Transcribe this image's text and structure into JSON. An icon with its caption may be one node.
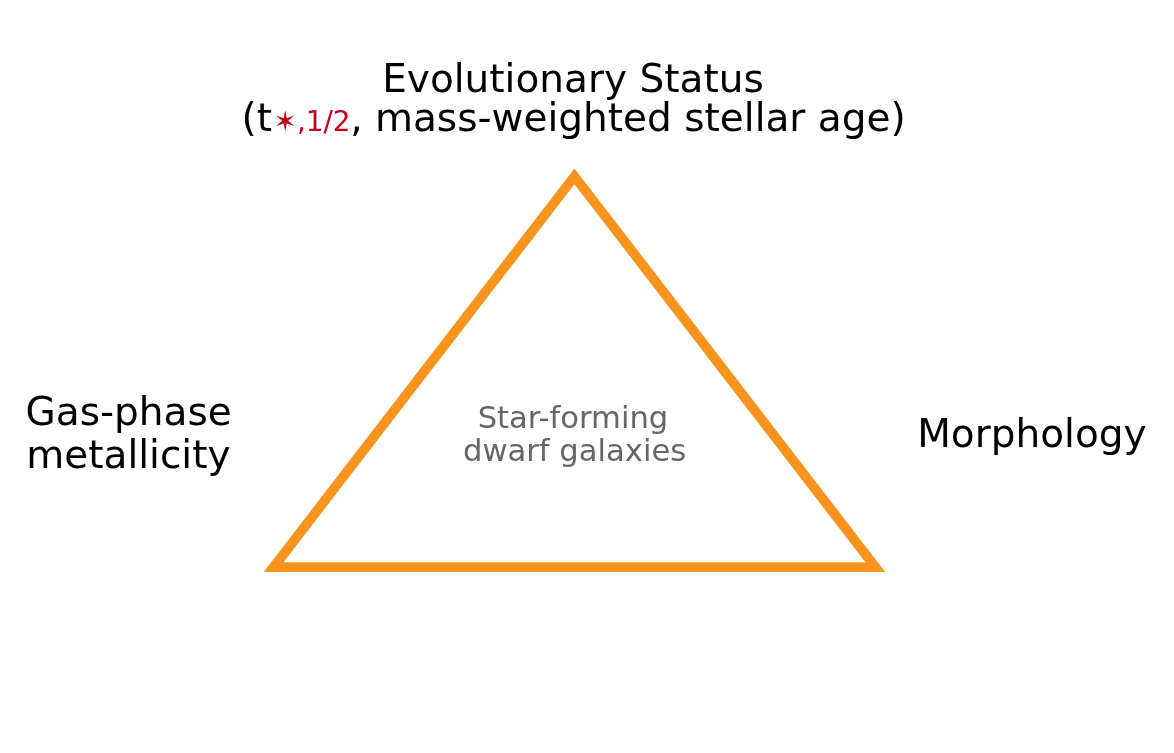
{
  "diagram": {
    "nodes": [
      {
        "text": [
          "Star-forming dwarf galaxies"
        ]
      }
    ],
    "labels": [
      "Evolutionary Status (t$_{✶,1/2}$, mass-weighted stellar age)",
      "Gas-phase metallicity",
      "Morphology"
    ]
  }
}
